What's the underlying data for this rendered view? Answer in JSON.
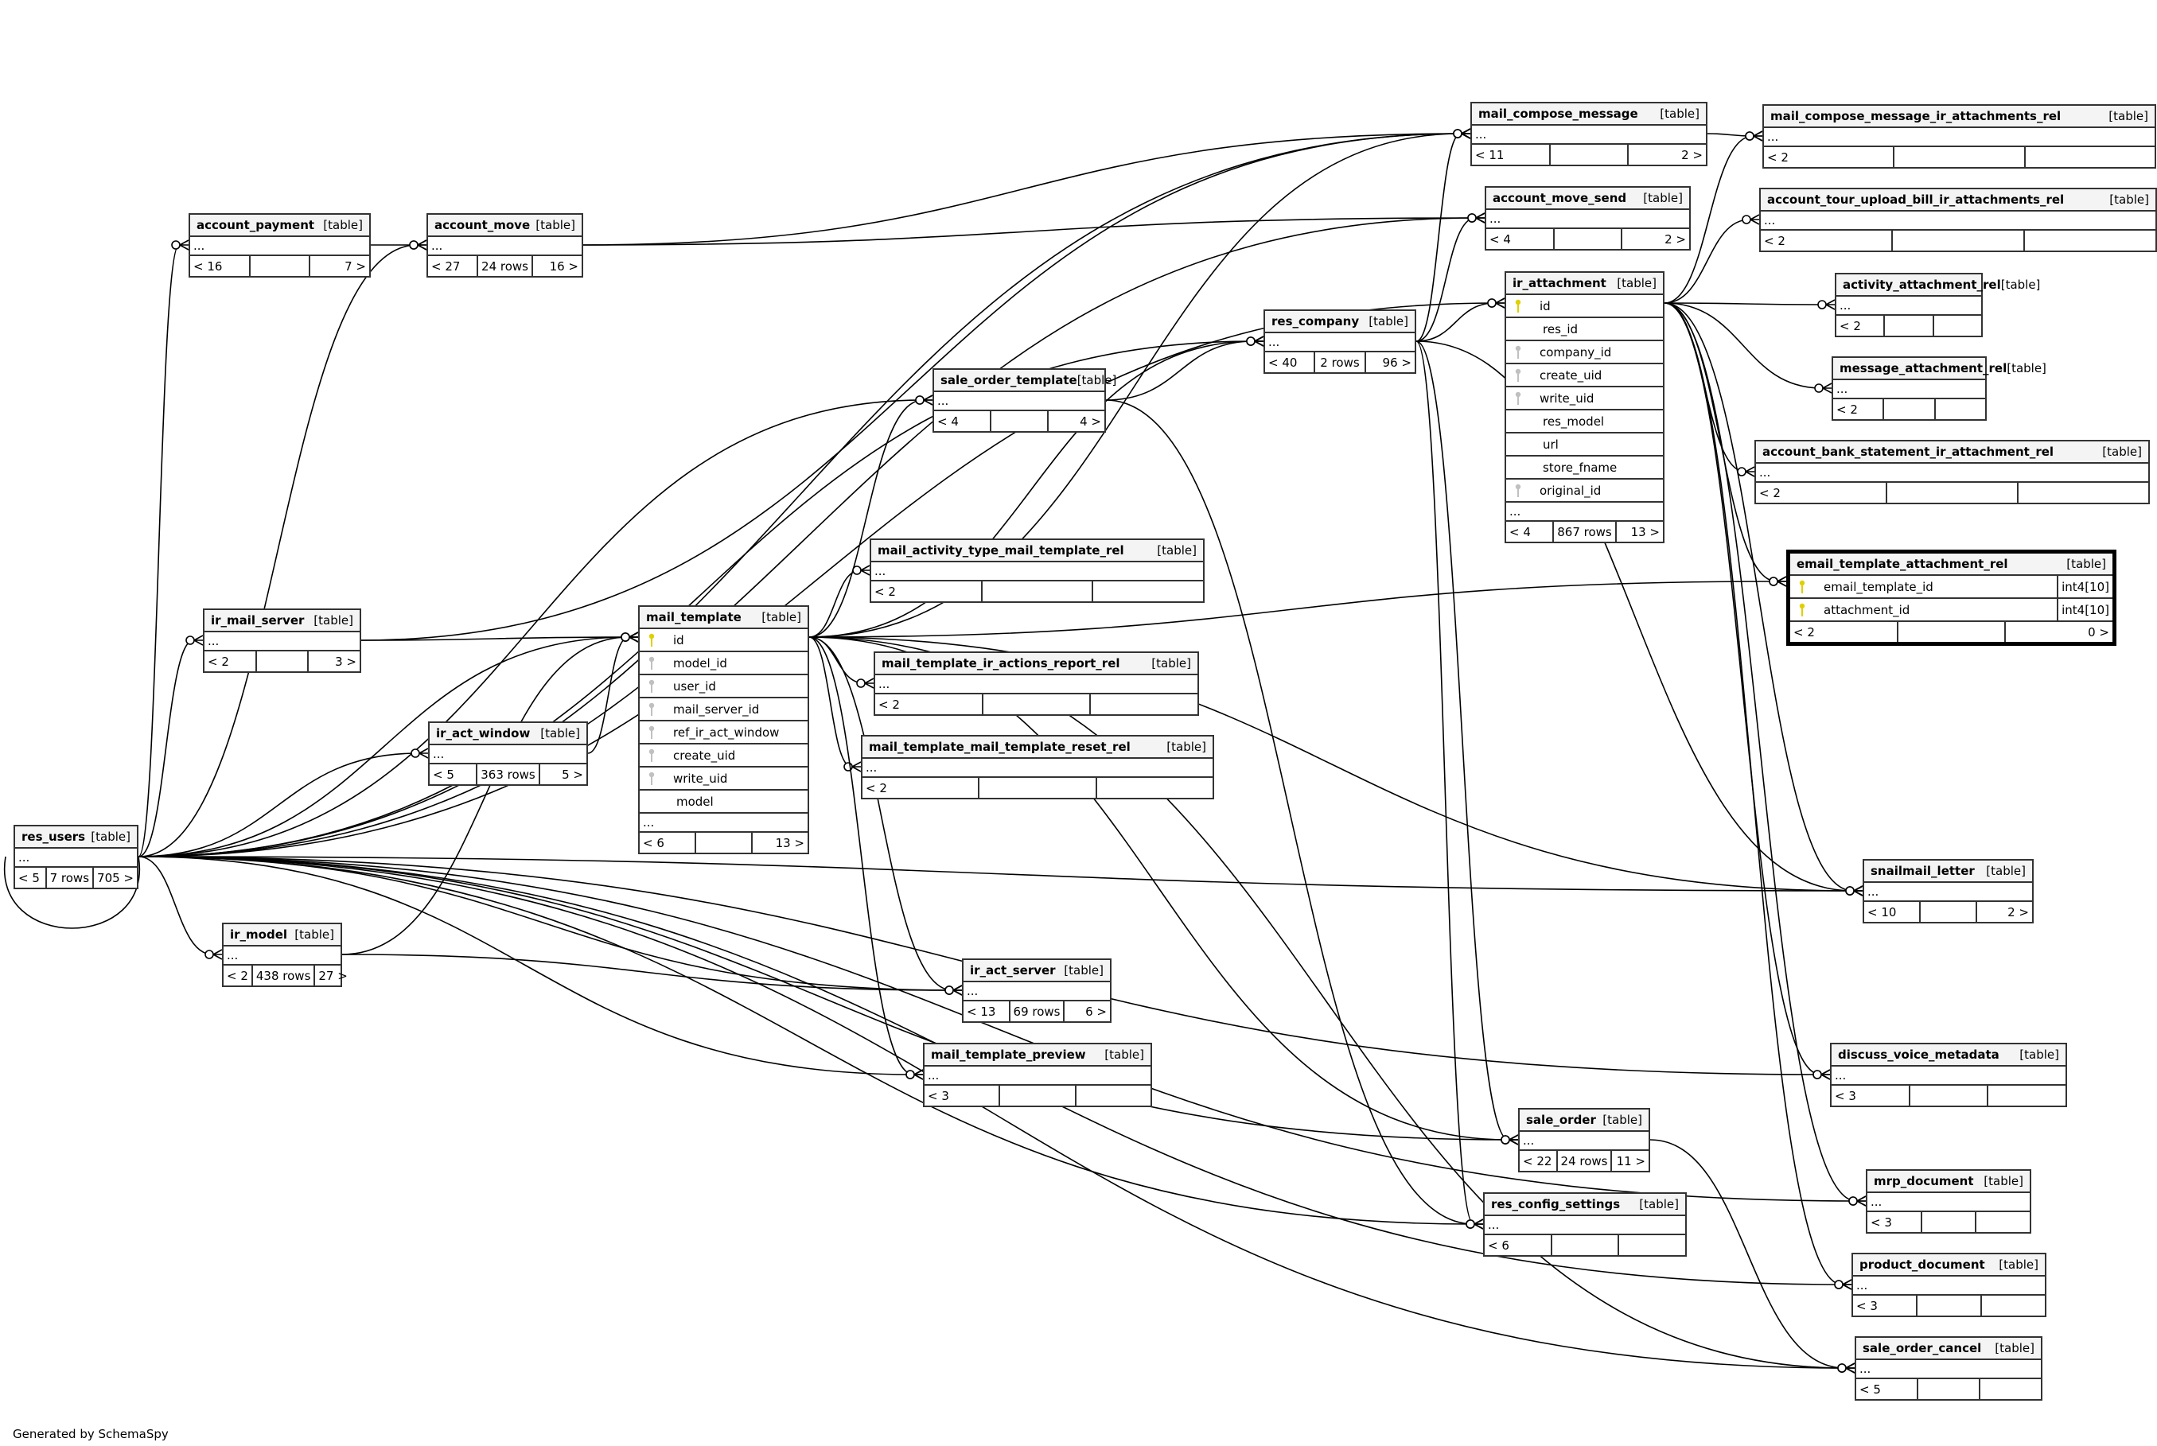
{
  "footer": "Generated by SchemaSpy",
  "colors": {
    "primary_key": "#e0d000",
    "foreign_key": "#c0c0c0",
    "header_bg": "#f4f4f4",
    "line": "#000000"
  },
  "tables": [
    {
      "id": "mail_compose_message",
      "name": "mail_compose_message",
      "type": "[table]",
      "dots": "...",
      "footer": [
        "< 11",
        "",
        "2 >"
      ]
    },
    {
      "id": "mail_compose_message_ir_attachments_rel",
      "name": "mail_compose_message_ir_attachments_rel",
      "type": "[table]",
      "dots": "...",
      "footer": [
        "< 2",
        "",
        ""
      ]
    },
    {
      "id": "account_move_send",
      "name": "account_move_send",
      "type": "[table]",
      "dots": "...",
      "footer": [
        "< 4",
        "",
        "2 >"
      ]
    },
    {
      "id": "account_tour_upload_bill_ir_attachments_rel",
      "name": "account_tour_upload_bill_ir_attachments_rel",
      "type": "[table]",
      "dots": "...",
      "footer": [
        "< 2",
        "",
        ""
      ]
    },
    {
      "id": "account_payment",
      "name": "account_payment",
      "type": "[table]",
      "dots": "...",
      "footer": [
        "< 16",
        "",
        "7 >"
      ]
    },
    {
      "id": "account_move",
      "name": "account_move",
      "type": "[table]",
      "dots": "...",
      "footer": [
        "< 27",
        "24 rows",
        "16 >"
      ]
    },
    {
      "id": "ir_attachment",
      "name": "ir_attachment",
      "type": "[table]",
      "dots": "...",
      "footer": [
        "< 4",
        "867 rows",
        "13 >"
      ],
      "columns": [
        {
          "name": "id",
          "key": "pk"
        },
        {
          "name": "res_id",
          "key": ""
        },
        {
          "name": "company_id",
          "key": "fk"
        },
        {
          "name": "create_uid",
          "key": "fk"
        },
        {
          "name": "write_uid",
          "key": "fk"
        },
        {
          "name": "res_model",
          "key": ""
        },
        {
          "name": "url",
          "key": ""
        },
        {
          "name": "store_fname",
          "key": ""
        },
        {
          "name": "original_id",
          "key": "fk"
        }
      ]
    },
    {
      "id": "activity_attachment_rel",
      "name": "activity_attachment_rel",
      "type": "[table]",
      "dots": "...",
      "footer": [
        "< 2",
        "",
        ""
      ]
    },
    {
      "id": "res_company",
      "name": "res_company",
      "type": "[table]",
      "dots": "...",
      "footer": [
        "< 40",
        "2 rows",
        "96 >"
      ]
    },
    {
      "id": "message_attachment_rel",
      "name": "message_attachment_rel",
      "type": "[table]",
      "dots": "...",
      "footer": [
        "< 2",
        "",
        ""
      ]
    },
    {
      "id": "sale_order_template",
      "name": "sale_order_template",
      "type": "[table]",
      "dots": "...",
      "footer": [
        "< 4",
        "",
        "4 >"
      ]
    },
    {
      "id": "account_bank_statement_ir_attachment_rel",
      "name": "account_bank_statement_ir_attachment_rel",
      "type": "[table]",
      "dots": "...",
      "footer": [
        "< 2",
        "",
        ""
      ]
    },
    {
      "id": "mail_activity_type_mail_template_rel",
      "name": "mail_activity_type_mail_template_rel",
      "type": "[table]",
      "dots": "...",
      "footer": [
        "< 2",
        "",
        ""
      ]
    },
    {
      "id": "email_template_attachment_rel",
      "name": "email_template_attachment_rel",
      "type": "[table]",
      "footer": [
        "< 2",
        "",
        "0 >"
      ],
      "columns": [
        {
          "name": "email_template_id",
          "key": "pk",
          "dtype": "int4[10]"
        },
        {
          "name": "attachment_id",
          "key": "pk",
          "dtype": "int4[10]"
        }
      ]
    },
    {
      "id": "ir_mail_server",
      "name": "ir_mail_server",
      "type": "[table]",
      "dots": "...",
      "footer": [
        "< 2",
        "",
        "3 >"
      ]
    },
    {
      "id": "mail_template",
      "name": "mail_template",
      "type": "[table]",
      "dots": "...",
      "footer": [
        "< 6",
        "",
        "13 >"
      ],
      "columns": [
        {
          "name": "id",
          "key": "pk"
        },
        {
          "name": "model_id",
          "key": "fk"
        },
        {
          "name": "user_id",
          "key": "fk"
        },
        {
          "name": "mail_server_id",
          "key": "fk"
        },
        {
          "name": "ref_ir_act_window",
          "key": "fk"
        },
        {
          "name": "create_uid",
          "key": "fk"
        },
        {
          "name": "write_uid",
          "key": "fk"
        },
        {
          "name": "model",
          "key": ""
        }
      ]
    },
    {
      "id": "mail_template_ir_actions_report_rel",
      "name": "mail_template_ir_actions_report_rel",
      "type": "[table]",
      "dots": "...",
      "footer": [
        "< 2",
        "",
        ""
      ]
    },
    {
      "id": "ir_act_window",
      "name": "ir_act_window",
      "type": "[table]",
      "dots": "...",
      "footer": [
        "< 5",
        "363 rows",
        "5 >"
      ]
    },
    {
      "id": "mail_template_mail_template_reset_rel",
      "name": "mail_template_mail_template_reset_rel",
      "type": "[table]",
      "dots": "...",
      "footer": [
        "< 2",
        "",
        ""
      ]
    },
    {
      "id": "res_users",
      "name": "res_users",
      "type": "[table]",
      "dots": "...",
      "footer": [
        "< 5",
        "7 rows",
        "705 >"
      ]
    },
    {
      "id": "snailmail_letter",
      "name": "snailmail_letter",
      "type": "[table]",
      "dots": "...",
      "footer": [
        "< 10",
        "",
        "2 >"
      ]
    },
    {
      "id": "ir_model",
      "name": "ir_model",
      "type": "[table]",
      "dots": "...",
      "footer": [
        "< 2",
        "438 rows",
        "27 >"
      ]
    },
    {
      "id": "ir_act_server",
      "name": "ir_act_server",
      "type": "[table]",
      "dots": "...",
      "footer": [
        "< 13",
        "69 rows",
        "6 >"
      ]
    },
    {
      "id": "mail_template_preview",
      "name": "mail_template_preview",
      "type": "[table]",
      "dots": "...",
      "footer": [
        "< 3",
        "",
        ""
      ]
    },
    {
      "id": "discuss_voice_metadata",
      "name": "discuss_voice_metadata",
      "type": "[table]",
      "dots": "...",
      "footer": [
        "< 3",
        "",
        ""
      ]
    },
    {
      "id": "sale_order",
      "name": "sale_order",
      "type": "[table]",
      "dots": "...",
      "footer": [
        "< 22",
        "24 rows",
        "11 >"
      ]
    },
    {
      "id": "mrp_document",
      "name": "mrp_document",
      "type": "[table]",
      "dots": "...",
      "footer": [
        "< 3",
        "",
        ""
      ]
    },
    {
      "id": "res_config_settings",
      "name": "res_config_settings",
      "type": "[table]",
      "dots": "...",
      "footer": [
        "< 6",
        "",
        ""
      ]
    },
    {
      "id": "product_document",
      "name": "product_document",
      "type": "[table]",
      "dots": "...",
      "footer": [
        "< 3",
        "",
        ""
      ]
    },
    {
      "id": "sale_order_cancel",
      "name": "sale_order_cancel",
      "type": "[table]",
      "dots": "...",
      "footer": [
        "< 5",
        "",
        ""
      ]
    }
  ],
  "relationships": [
    [
      "mail_compose_message",
      "mail_compose_message_ir_attachments_rel"
    ],
    [
      "ir_attachment",
      "mail_compose_message_ir_attachments_rel"
    ],
    [
      "ir_attachment",
      "account_tour_upload_bill_ir_attachments_rel"
    ],
    [
      "ir_attachment",
      "activity_attachment_rel"
    ],
    [
      "ir_attachment",
      "message_attachment_rel"
    ],
    [
      "ir_attachment",
      "account_bank_statement_ir_attachment_rel"
    ],
    [
      "ir_attachment",
      "email_template_attachment_rel"
    ],
    [
      "mail_template",
      "email_template_attachment_rel"
    ],
    [
      "ir_attachment",
      "snailmail_letter"
    ],
    [
      "ir_attachment",
      "discuss_voice_metadata"
    ],
    [
      "ir_attachment",
      "mrp_document"
    ],
    [
      "ir_attachment",
      "product_document"
    ],
    [
      "res_company",
      "ir_attachment"
    ],
    [
      "res_users",
      "ir_attachment"
    ],
    [
      "res_users",
      "mail_compose_message"
    ],
    [
      "res_users",
      "account_move_send"
    ],
    [
      "res_users",
      "account_payment"
    ],
    [
      "res_users",
      "account_move"
    ],
    [
      "res_users",
      "res_company"
    ],
    [
      "res_users",
      "sale_order_template"
    ],
    [
      "res_users",
      "ir_mail_server"
    ],
    [
      "res_users",
      "ir_act_window"
    ],
    [
      "res_users",
      "mail_template"
    ],
    [
      "res_users",
      "ir_model"
    ],
    [
      "res_users",
      "ir_act_server"
    ],
    [
      "res_users",
      "mail_template_preview"
    ],
    [
      "res_users",
      "discuss_voice_metadata"
    ],
    [
      "res_users",
      "sale_order"
    ],
    [
      "res_users",
      "res_config_settings"
    ],
    [
      "res_users",
      "snailmail_letter"
    ],
    [
      "res_users",
      "mrp_document"
    ],
    [
      "res_users",
      "product_document"
    ],
    [
      "res_users",
      "sale_order_cancel"
    ],
    [
      "res_users",
      "res_users"
    ],
    [
      "account_payment",
      "account_move"
    ],
    [
      "account_move",
      "account_move_send"
    ],
    [
      "account_move",
      "mail_compose_message"
    ],
    [
      "res_company",
      "mail_compose_message"
    ],
    [
      "res_company",
      "account_move_send"
    ],
    [
      "res_company",
      "sale_order"
    ],
    [
      "res_company",
      "res_config_settings"
    ],
    [
      "res_company",
      "snailmail_letter"
    ],
    [
      "sale_order_template",
      "res_company"
    ],
    [
      "sale_order_template",
      "res_config_settings"
    ],
    [
      "ir_mail_server",
      "mail_compose_message"
    ],
    [
      "ir_mail_server",
      "mail_template"
    ],
    [
      "ir_act_window",
      "mail_template"
    ],
    [
      "ir_model",
      "mail_template"
    ],
    [
      "ir_model",
      "ir_act_server"
    ],
    [
      "mail_template",
      "mail_compose_message"
    ],
    [
      "mail_template",
      "sale_order_template"
    ],
    [
      "mail_template",
      "res_company"
    ],
    [
      "mail_template",
      "mail_activity_type_mail_template_rel"
    ],
    [
      "mail_template",
      "mail_template_ir_actions_report_rel"
    ],
    [
      "mail_template",
      "mail_template_mail_template_reset_rel"
    ],
    [
      "mail_template",
      "ir_act_server"
    ],
    [
      "mail_template",
      "mail_template_preview"
    ],
    [
      "mail_template",
      "sale_order"
    ],
    [
      "mail_template",
      "snailmail_letter"
    ],
    [
      "mail_template",
      "sale_order_cancel"
    ],
    [
      "sale_order",
      "sale_order_cancel"
    ]
  ]
}
